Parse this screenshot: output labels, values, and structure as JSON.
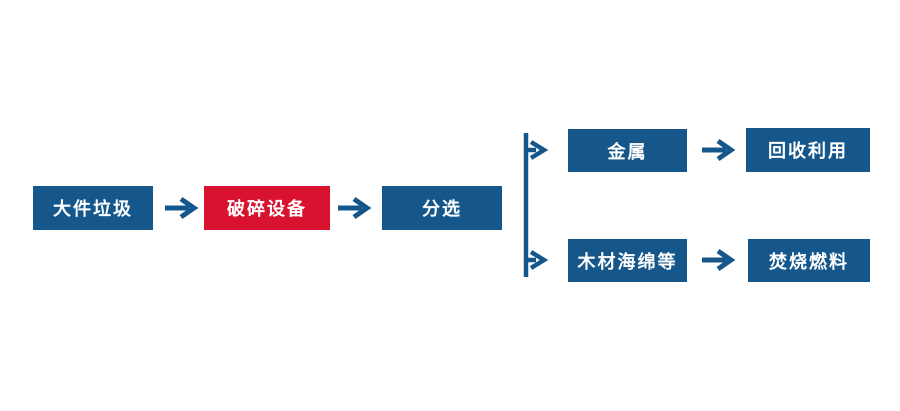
{
  "diagram": {
    "type": "flowchart",
    "background": "#FFFFFF",
    "colors": {
      "primary_blue": "#15578B",
      "accent_red": "#D91230",
      "node_text": "#FFFFFF"
    },
    "nodes": {
      "bulky_waste": {
        "label": "大件垃圾",
        "color": "blue"
      },
      "crushing_equipment": {
        "label": "破碎设备",
        "color": "red"
      },
      "sorting": {
        "label": "分选",
        "color": "blue"
      },
      "metal": {
        "label": "金属",
        "color": "blue"
      },
      "recycling": {
        "label": "回收利用",
        "color": "blue"
      },
      "wood_sponge_etc": {
        "label": "木材海绵等",
        "color": "blue"
      },
      "incineration_fuel": {
        "label": "焚烧燃料",
        "color": "blue"
      }
    },
    "edges": [
      {
        "from": "bulky_waste",
        "to": "crushing_equipment"
      },
      {
        "from": "crushing_equipment",
        "to": "sorting"
      },
      {
        "from": "sorting",
        "to": "metal"
      },
      {
        "from": "sorting",
        "to": "wood_sponge_etc"
      },
      {
        "from": "metal",
        "to": "recycling"
      },
      {
        "from": "wood_sponge_etc",
        "to": "incineration_fuel"
      }
    ]
  }
}
